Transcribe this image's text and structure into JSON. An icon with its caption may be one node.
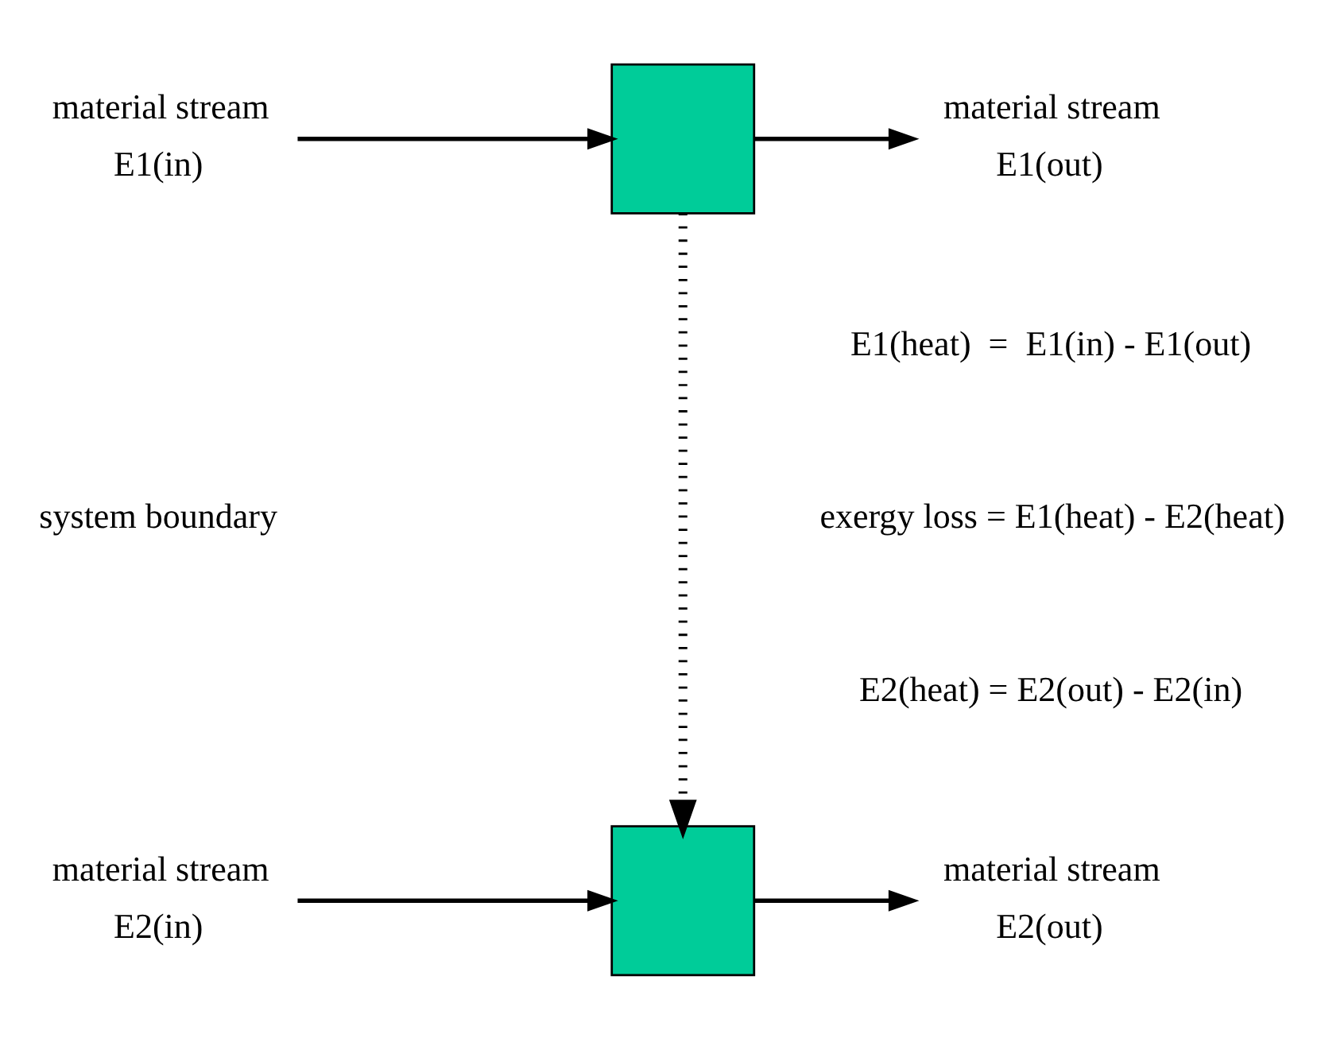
{
  "diagram": {
    "nodes": [
      {
        "text": [
          "E1(in)"
        ],
        "beside": [
          "material stream"
        ]
      },
      {
        "text": [],
        "shape": "box"
      },
      {
        "text": [
          "E1(out)"
        ],
        "beside": [
          "material stream"
        ]
      },
      {
        "text": [
          "E2(in)"
        ],
        "beside": [
          "material stream"
        ]
      },
      {
        "text": [],
        "shape": "box"
      },
      {
        "text": [
          "E2(out)"
        ],
        "beside": [
          "material stream"
        ]
      }
    ],
    "edges": [
      {
        "from": 0,
        "to": 1,
        "arrow": "to"
      },
      {
        "from": 1,
        "to": 2,
        "arrow": "to"
      },
      {
        "from": 1,
        "to": 4,
        "arrow": "to",
        "style": "dashed"
      },
      {
        "from": 3,
        "to": 4,
        "arrow": "to"
      },
      {
        "from": 4,
        "to": 5,
        "arrow": "to"
      }
    ],
    "labels": [
      "E1(heat)  =  E1(in) - E1(out)",
      "system boundary",
      "exergy loss = E1(heat) - E2(heat)",
      "E2(heat) = E2(out) - E2(in)"
    ]
  }
}
